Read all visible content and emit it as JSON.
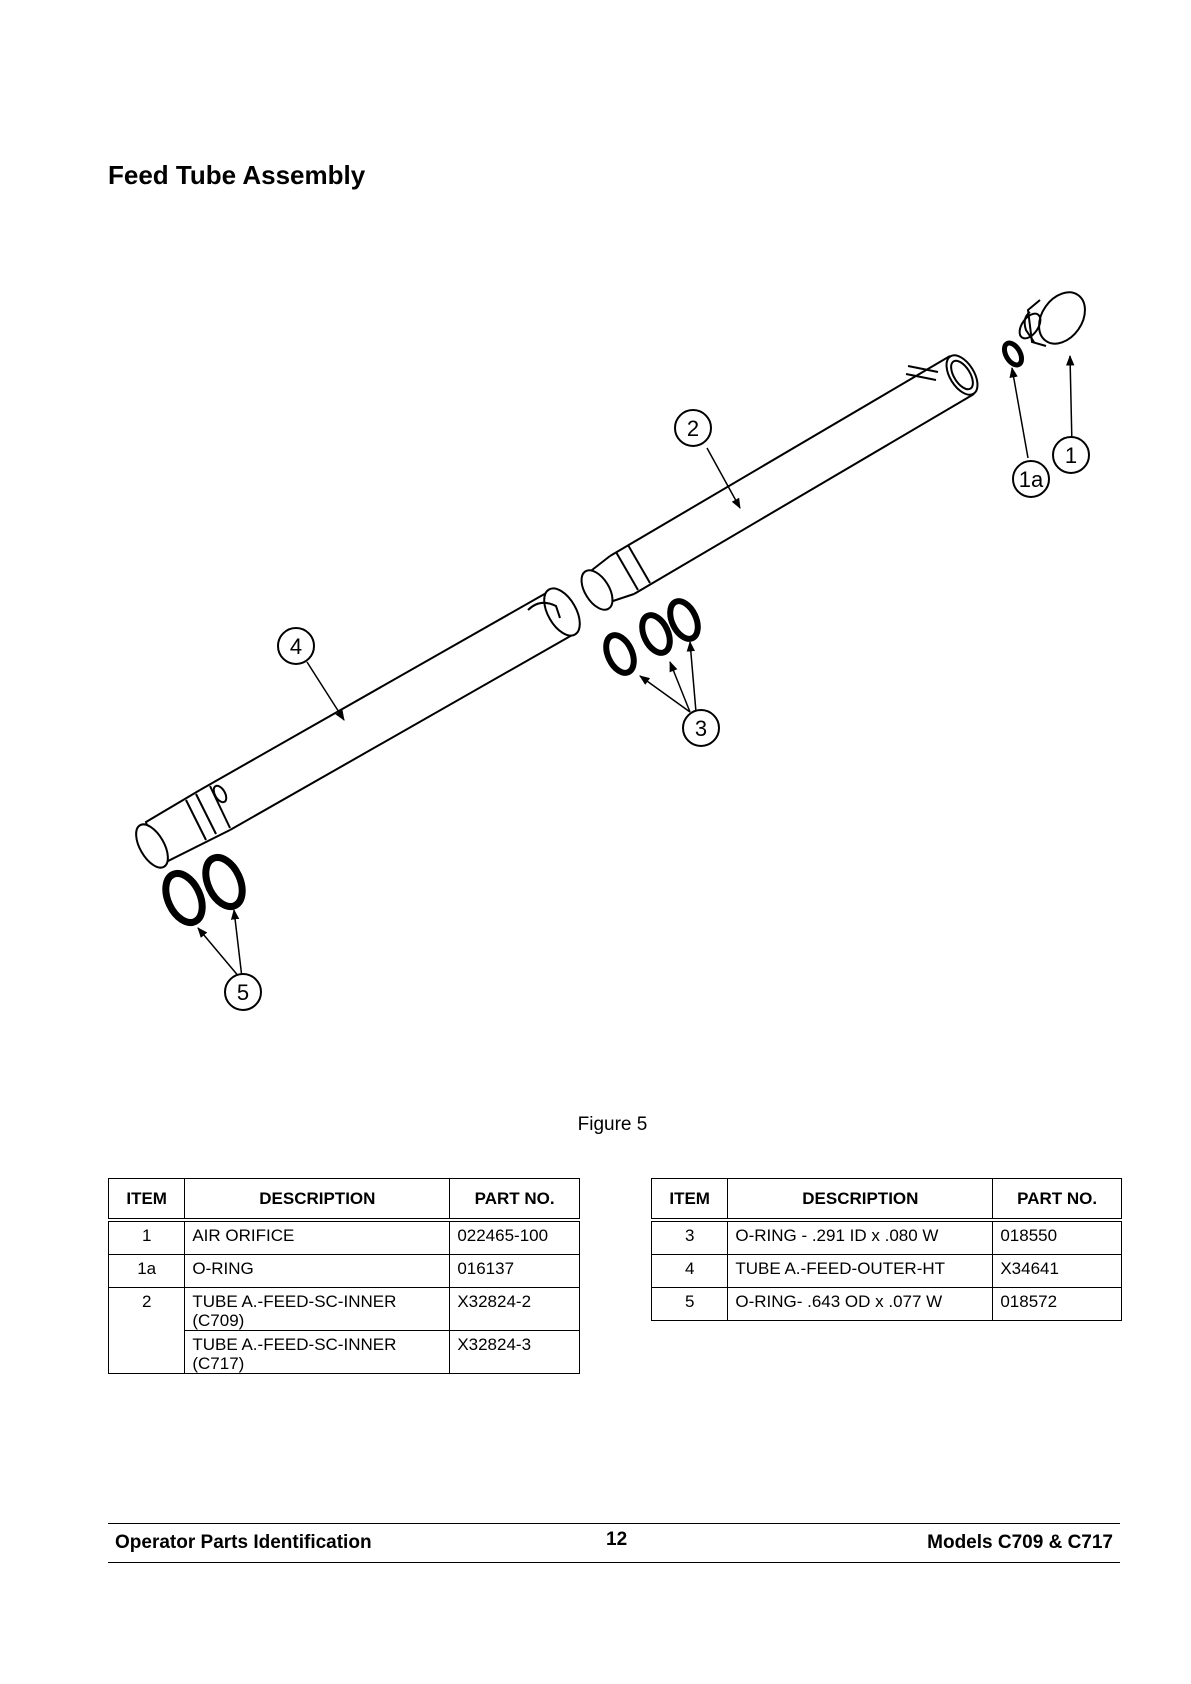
{
  "page_title": "Feed Tube Assembly",
  "figure": {
    "caption": "Figure 5",
    "callouts": [
      "2",
      "1",
      "1a",
      "4",
      "3",
      "5"
    ]
  },
  "tables": {
    "left": {
      "headers": [
        "ITEM",
        "DESCRIPTION",
        "PART NO."
      ],
      "rows": [
        {
          "item": "1",
          "description": "AIR ORIFICE",
          "part_no": "022465-100"
        },
        {
          "item": "1a",
          "description": "O-RING",
          "part_no": "016137"
        },
        {
          "item": "2",
          "description": "TUBE A.-FEED-SC-INNER (C709)",
          "part_no": "X32824-2"
        },
        {
          "item": "",
          "description": "TUBE A.-FEED-SC-INNER (C717)",
          "part_no": "X32824-3"
        }
      ]
    },
    "right": {
      "headers": [
        "ITEM",
        "DESCRIPTION",
        "PART NO."
      ],
      "rows": [
        {
          "item": "3",
          "description": "O-RING - .291 ID x .080 W",
          "part_no": "018550"
        },
        {
          "item": "4",
          "description": "TUBE A.-FEED-OUTER-HT",
          "part_no": "X34641"
        },
        {
          "item": "5",
          "description": "O-RING- .643 OD x .077 W",
          "part_no": "018572"
        }
      ]
    }
  },
  "footer": {
    "left": "Operator Parts Identification",
    "page_number": "12",
    "right": "Models C709 & C717"
  }
}
